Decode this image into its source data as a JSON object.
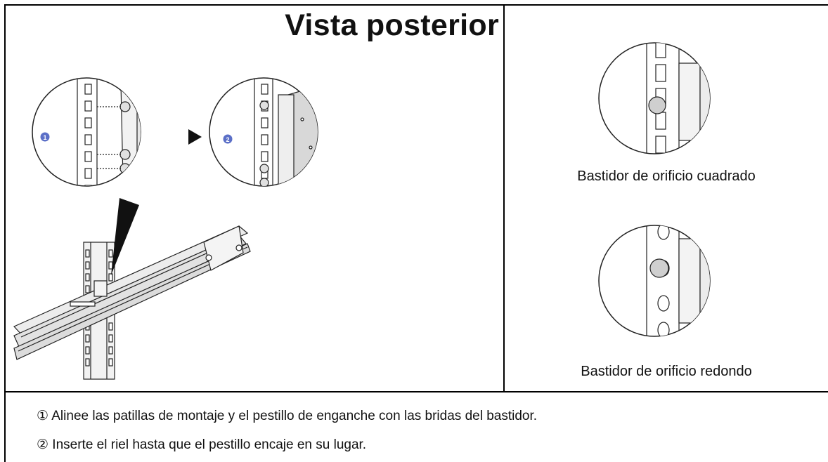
{
  "title": "Vista posterior",
  "callouts": [
    "1",
    "2"
  ],
  "captions": {
    "square": "Bastidor de orificio cuadrado",
    "round": "Bastidor de orificio redondo"
  },
  "steps": [
    "① Alinee las patillas de montaje y el pestillo de enganche con las bridas del bastidor.",
    "② Inserte el riel hasta que el pestillo encaje en su lugar."
  ],
  "colors": {
    "callout": "#5b6fc7",
    "metal": "#e6e6e6",
    "outline": "#222222"
  }
}
